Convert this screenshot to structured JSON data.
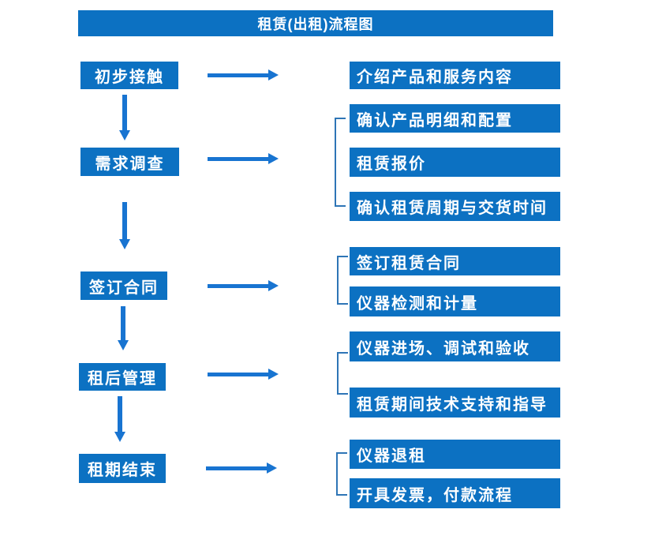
{
  "title": "租赁(出租)流程图",
  "left_steps": [
    "初步接触",
    "需求调查",
    "签订合同",
    "租后管理",
    "租期结束"
  ],
  "right_steps": [
    "介绍产品和服务内容",
    "确认产品明细和配置",
    "租赁报价",
    "确认租赁周期与交货时间",
    "签订租赁合同",
    "仪器检测和计量",
    "仪器进场、调试和验收",
    "租赁期间技术支持和指导",
    "仪器退租",
    "开具发票，付款流程"
  ],
  "colors": {
    "box_fill": "#0C71C2",
    "arrow": "#1874D1",
    "bracket": "#2E75B6",
    "text": "#FFFFFF",
    "background": "#FFFFFF"
  }
}
